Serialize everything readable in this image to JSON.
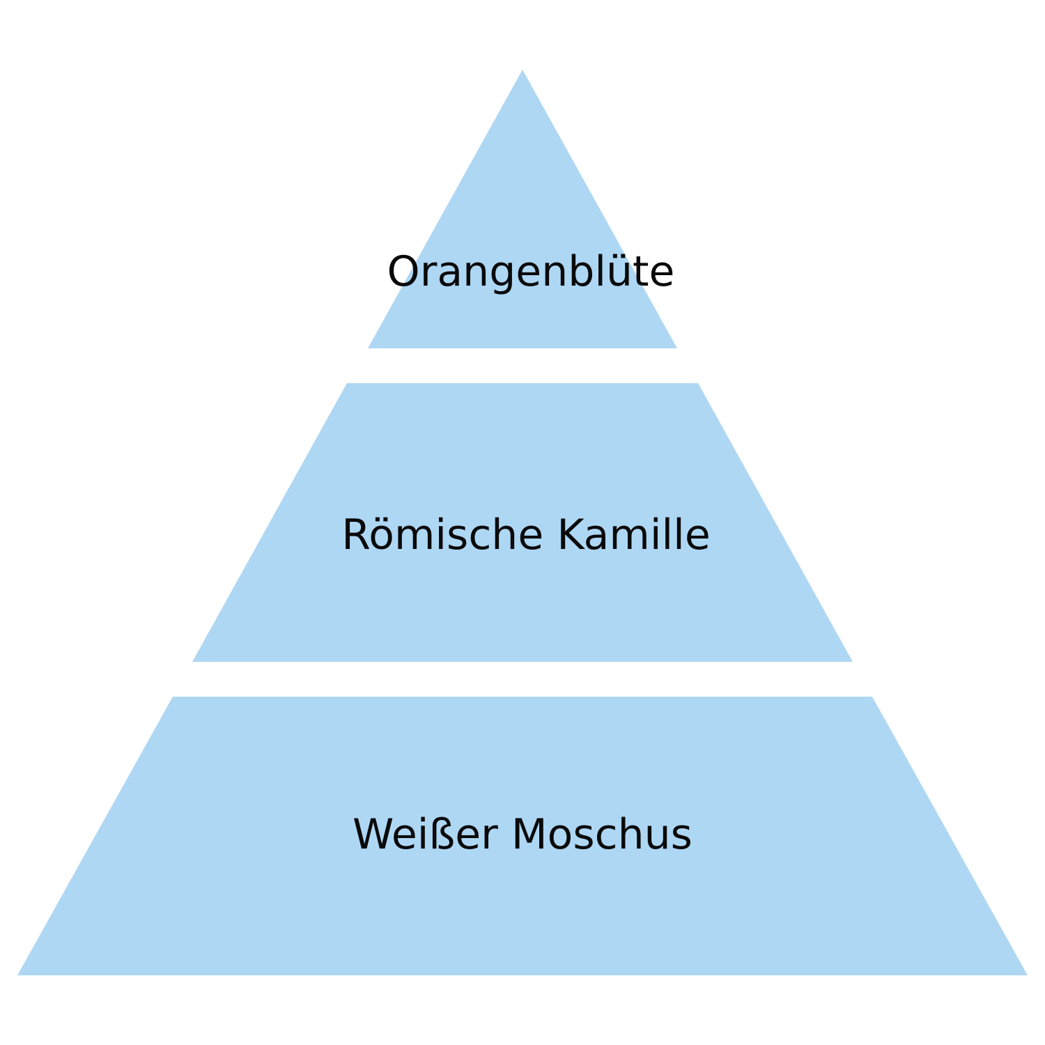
{
  "colors": {
    "background": "#ffffff",
    "tier_fill": "#aed7f4",
    "label_text": "#0a0a0a"
  },
  "pyramid": {
    "tiers": [
      {
        "label": "Orangenblüte"
      },
      {
        "label": "Römische Kamille"
      },
      {
        "label": "Weißer Moschus"
      }
    ]
  }
}
